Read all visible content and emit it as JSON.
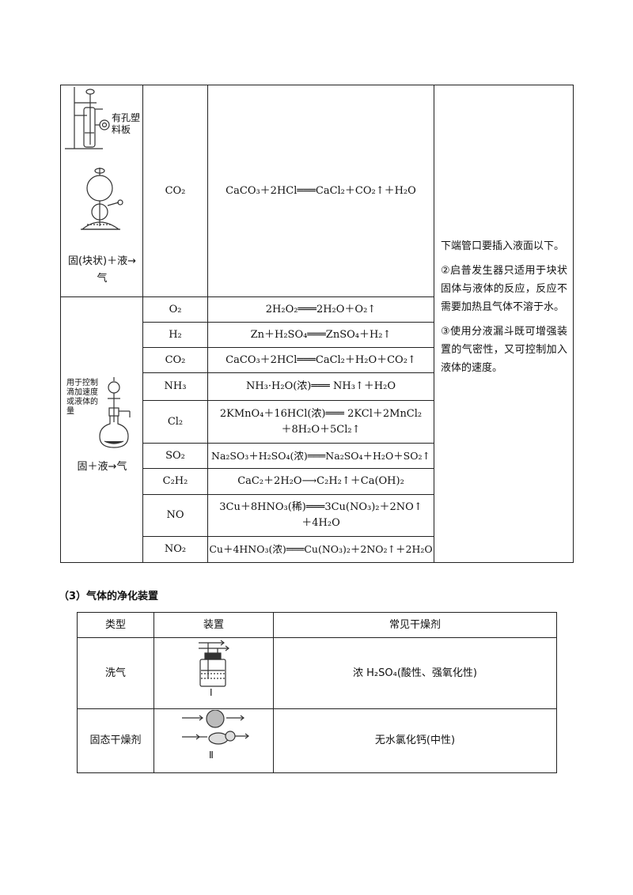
{
  "table1": {
    "group1_label": "固(块状)＋液→气",
    "group1_apparatus_note": "有孔塑料板",
    "group1_gas": "CO₂",
    "group1_equation": "CaCO₃＋2HCl═══CaCl₂＋CO₂↑＋H₂O",
    "group2_label": "固＋液→气",
    "group2_apparatus_note": "用于控制滴加速度或液体的量",
    "rows": [
      {
        "gas": "O₂",
        "eq": "2H₂O₂═══2H₂O＋O₂↑"
      },
      {
        "gas": "H₂",
        "eq": "Zn＋H₂SO₄═══ZnSO₄＋H₂↑"
      },
      {
        "gas": "CO₂",
        "eq": "CaCO₃＋2HCl═══CaCl₂＋H₂O＋CO₂↑"
      },
      {
        "gas": "NH₃",
        "eq": "NH₃·H₂O(浓)═══ NH₃↑＋H₂O"
      },
      {
        "gas": "Cl₂",
        "eq": "2KMnO₄＋16HCl(浓)═══ 2KCl＋2MnCl₂＋8H₂O＋5Cl₂↑"
      },
      {
        "gas": "SO₂",
        "eq": "Na₂SO₃＋H₂SO₄(浓)═══Na₂SO₄＋H₂O＋SO₂↑"
      },
      {
        "gas": "C₂H₂",
        "eq": "CaC₂＋2H₂O⟶C₂H₂↑＋Ca(OH)₂"
      },
      {
        "gas": "NO",
        "eq": "3Cu＋8HNO₃(稀)═══3Cu(NO₃)₂＋2NO↑＋4H₂O"
      },
      {
        "gas": "NO₂",
        "eq": "Cu＋4HNO₃(浓)═══Cu(NO₃)₂＋2NO₂↑＋2H₂O"
      }
    ],
    "notes": [
      "下端管口要插入液面以下。",
      "②启普发生器只适用于块状固体与液体的反应，反应不需要加热且气体不溶于水。",
      "③使用分液漏斗既可增强装置的气密性，又可控制加入液体的速度。"
    ]
  },
  "section3": {
    "heading": "（3）气体的净化装置",
    "headers": [
      "类型",
      "装置",
      "常见干燥剂"
    ],
    "rows": [
      {
        "type": "洗气",
        "device_label": "Ⅰ",
        "desiccant": "浓 H₂SO₄(酸性、强氧化性)"
      },
      {
        "type": "固态干燥剂",
        "device_label": "Ⅱ",
        "desiccant": "无水氯化钙(中性)"
      }
    ]
  }
}
